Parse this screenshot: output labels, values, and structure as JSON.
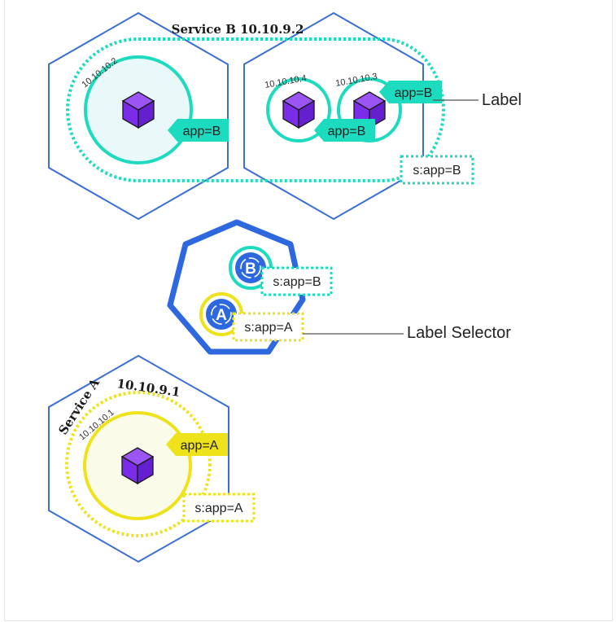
{
  "colors": {
    "node_border": "#3b6fd6",
    "teal": "#1ddbbf",
    "yellow": "#eee21a",
    "pod_purple": "#7a2ce8",
    "service_blue": "#2d68df"
  },
  "icons": [
    "pod-cube-icon",
    "service-b-icon",
    "service-a-icon"
  ],
  "service_b": {
    "title": "Service B 10.10.9.2",
    "pod1_ip": "10.10.10.2",
    "pod1_label": "app=B",
    "pod2_ip": "10.10.10.4",
    "pod2_label": "app=B",
    "pod3_ip": "10.10.10.3",
    "pod3_label": "app=B",
    "selector": "s:app=B"
  },
  "service_a": {
    "title_name": "Service A",
    "title_ip": "10.10.9.1",
    "pod_ip": "10.10.10.1",
    "pod_label": "app=A",
    "selector": "s:app=A"
  },
  "center": {
    "service_b_letter": "B",
    "service_a_letter": "A",
    "selector_b": "s:app=B",
    "selector_a": "s:app=A"
  },
  "callouts": {
    "label": "Label",
    "label_selector": "Label Selector"
  }
}
